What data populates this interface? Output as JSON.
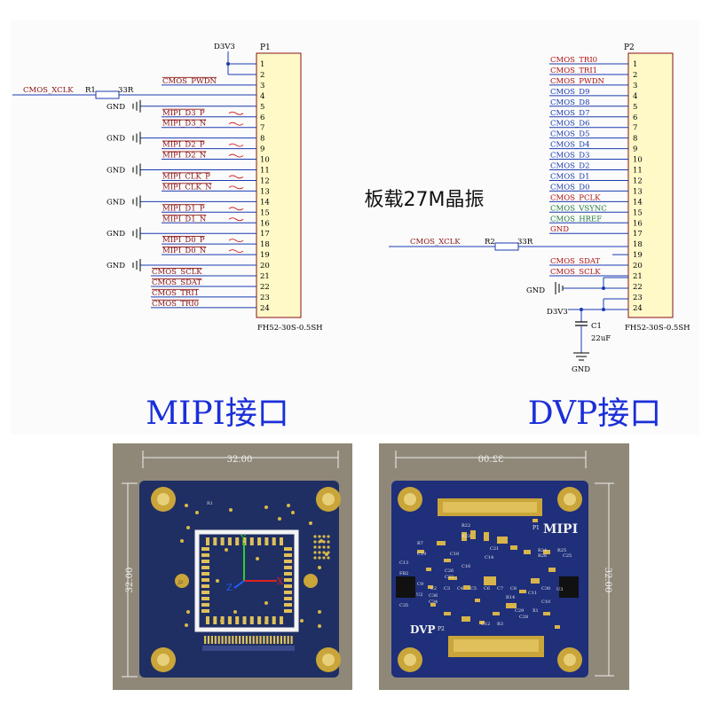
{
  "p1": {
    "designator": "P1",
    "power_label": "D3V3",
    "part_number": "FH52-30S-0.5SH",
    "pins": [
      "1",
      "2",
      "3",
      "4",
      "5",
      "6",
      "7",
      "8",
      "9",
      "10",
      "11",
      "12",
      "13",
      "14",
      "15",
      "16",
      "17",
      "18",
      "19",
      "20",
      "21",
      "22",
      "23",
      "24"
    ],
    "nets": [
      {
        "pin": 3,
        "label": "CMOS_PWDN"
      },
      {
        "pin": 6,
        "label": "MIPI_D3_P"
      },
      {
        "pin": 7,
        "label": "MIPI_D3_N"
      },
      {
        "pin": 9,
        "label": "MIPI_D2_P"
      },
      {
        "pin": 10,
        "label": "MIPI_D2_N"
      },
      {
        "pin": 12,
        "label": "MIPI_CLK_P"
      },
      {
        "pin": 13,
        "label": "MIPI_CLK_N"
      },
      {
        "pin": 15,
        "label": "MIPI_D1_P"
      },
      {
        "pin": 16,
        "label": "MIPI_D1_N"
      },
      {
        "pin": 18,
        "label": "MIPI_D0_P"
      },
      {
        "pin": 19,
        "label": "MIPI_D0_N"
      },
      {
        "pin": 21,
        "label": "CMOS_SCLK"
      },
      {
        "pin": 22,
        "label": "CMOS_SDAT"
      },
      {
        "pin": 23,
        "label": "CMOS_TRI1"
      },
      {
        "pin": 24,
        "label": "CMOS_TRI0"
      }
    ],
    "gnd_pins": [
      5,
      8,
      11,
      14,
      17,
      20
    ],
    "gnd_label": "GND",
    "xclk_label": "CMOS_XCLK",
    "resistor": "R1",
    "resistor_value": "33R"
  },
  "p2": {
    "designator": "P2",
    "part_number": "FH52-30S-0.5SH",
    "pins": [
      "1",
      "2",
      "3",
      "4",
      "5",
      "6",
      "7",
      "8",
      "9",
      "10",
      "11",
      "12",
      "13",
      "14",
      "15",
      "16",
      "17",
      "18",
      "19",
      "20",
      "21",
      "22",
      "23",
      "24"
    ],
    "nets": [
      {
        "pin": 1,
        "label": "CMOS_TRI0",
        "color": "#b01010"
      },
      {
        "pin": 2,
        "label": "CMOS_TRI1",
        "color": "#b01010"
      },
      {
        "pin": 3,
        "label": "CMOS_PWDN",
        "color": "#b01010"
      },
      {
        "pin": 4,
        "label": "CMOS_D9",
        "color": "#1a3bb0"
      },
      {
        "pin": 5,
        "label": "CMOS_D8",
        "color": "#1a3bb0"
      },
      {
        "pin": 6,
        "label": "CMOS_D7",
        "color": "#1a3bb0"
      },
      {
        "pin": 7,
        "label": "CMOS_D6",
        "color": "#1a3bb0"
      },
      {
        "pin": 8,
        "label": "CMOS_D5",
        "color": "#1a3bb0"
      },
      {
        "pin": 9,
        "label": "CMOS_D4",
        "color": "#1a3bb0"
      },
      {
        "pin": 10,
        "label": "CMOS_D3",
        "color": "#1a3bb0"
      },
      {
        "pin": 11,
        "label": "CMOS_D2",
        "color": "#1a3bb0"
      },
      {
        "pin": 12,
        "label": "CMOS_D1",
        "color": "#1a3bb0"
      },
      {
        "pin": 13,
        "label": "CMOS_D0",
        "color": "#1a3bb0"
      },
      {
        "pin": 14,
        "label": "CMOS_PCLK",
        "color": "#b01010"
      },
      {
        "pin": 15,
        "label": "CMOS_VSYNC",
        "color": "#1f7a3a"
      },
      {
        "pin": 16,
        "label": "CMOS_HREF",
        "color": "#1f7a3a"
      },
      {
        "pin": 17,
        "label": "GND",
        "color": "#b01010"
      },
      {
        "pin": 20,
        "label": "CMOS_SDAT",
        "color": "#b01010"
      },
      {
        "pin": 21,
        "label": "CMOS_SCLK",
        "color": "#b01010"
      }
    ],
    "xclk_label": "CMOS_XCLK",
    "resistor": "R2",
    "resistor_value": "33R",
    "gnd_label": "GND",
    "power_label": "D3V3",
    "cap": "C1",
    "cap_value": "22uF",
    "cap_gnd_label": "GND"
  },
  "center_note": "板载27M晶振",
  "mipi_title": "MIPI接口",
  "dvp_title": "DVP接口",
  "pcb_left": {
    "dim_top": "32.00",
    "dim_side": "32.00",
    "axes": {
      "x": "X",
      "y": "Y",
      "z": "Z"
    },
    "ref_labels": [
      "R1",
      "J2"
    ]
  },
  "pcb_right": {
    "dim_top": "32.00",
    "dim_side": "32.00",
    "silk_mipi": "MIPI",
    "silk_dvp": "DVP",
    "p1": "P1",
    "p2": "P2",
    "refs": [
      "C13",
      "FB2",
      "R7",
      "C19",
      "C18",
      "R22",
      "R23",
      "R24",
      "R25",
      "R26",
      "C25",
      "C26",
      "C22",
      "C16",
      "C14",
      "C21",
      "C35",
      "C36",
      "C34",
      "U2",
      "U3",
      "C12",
      "R3",
      "R14",
      "C29",
      "C28",
      "C10",
      "C11",
      "X1",
      "C30",
      "C9",
      "C2",
      "C3",
      "C4",
      "C5",
      "C6",
      "C7",
      "C8"
    ]
  }
}
